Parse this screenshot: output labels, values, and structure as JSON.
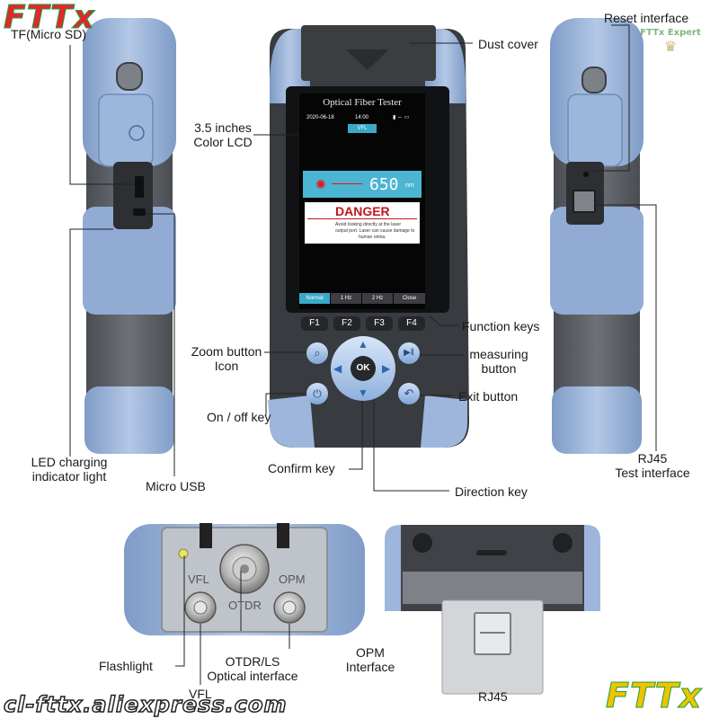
{
  "brand": {
    "logo_text": "FTTx",
    "logo_text_bottom": "FTTx",
    "stamp_text": "FTTx Expert",
    "store_url": "cl-fttx.aliexpress.com",
    "colors": {
      "logo_red": "#e4252b",
      "logo_green": "#18a33c",
      "logo_yellow": "#f2c200",
      "url_fill": "#ffffff",
      "url_stroke": "#222222"
    }
  },
  "device_screen": {
    "header": "Optical Fiber Tester",
    "date": "2020-06-18",
    "time": "14:00",
    "mode_tab": "VFL",
    "wavelength": "650",
    "wavelength_unit": "nm",
    "danger_title": "DANGER",
    "danger_text_lines": [
      "Avoid looking directly at the laser",
      "output port. Laser can cause damage to",
      "human retina."
    ],
    "softkeys": [
      "Normal",
      "1 Hz",
      "2 Hz",
      "Close"
    ]
  },
  "device_keys": {
    "function_keys": [
      "F1",
      "F2",
      "F3",
      "F4"
    ],
    "ok": "OK"
  },
  "port_labels": {
    "vfl": "VFL",
    "otdr": "OTDR",
    "opm": "OPM"
  },
  "callouts": {
    "micro_sd": "TF(Micro SD)",
    "reset": "Reset interface",
    "dust_cover": "Dust cover",
    "lcd_line1": "3.5 inches",
    "lcd_line2": "Color LCD",
    "function_keys": "Function keys",
    "zoom_line1": "Zoom button",
    "zoom_line2": "Icon",
    "measuring_line1": "measuring",
    "measuring_line2": "button",
    "exit": "Exit button",
    "on_off": "On / off key",
    "led_line1": "LED charging",
    "led_line2": "indicator light",
    "micro_usb": "Micro USB",
    "confirm": "Confirm key",
    "direction": "Direction key",
    "rj45_line1": "RJ45",
    "rj45_line2": "Test interface",
    "flashlight": "Flashlight",
    "otdr_line1": "OTDR/LS",
    "otdr_line2": "Optical interface",
    "opm_line1": "OPM",
    "opm_line2": "Interface",
    "vfl": "VFL",
    "rj45_bottom": "RJ45"
  }
}
